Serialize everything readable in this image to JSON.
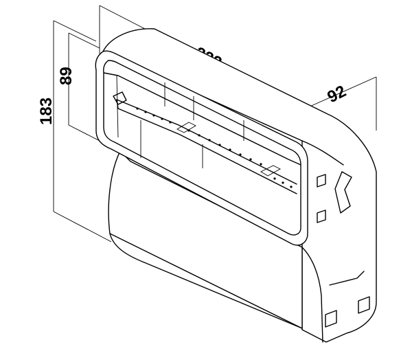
{
  "dimensions": {
    "width": "222",
    "depth": "92",
    "inner_height": "89",
    "total_height": "183"
  }
}
